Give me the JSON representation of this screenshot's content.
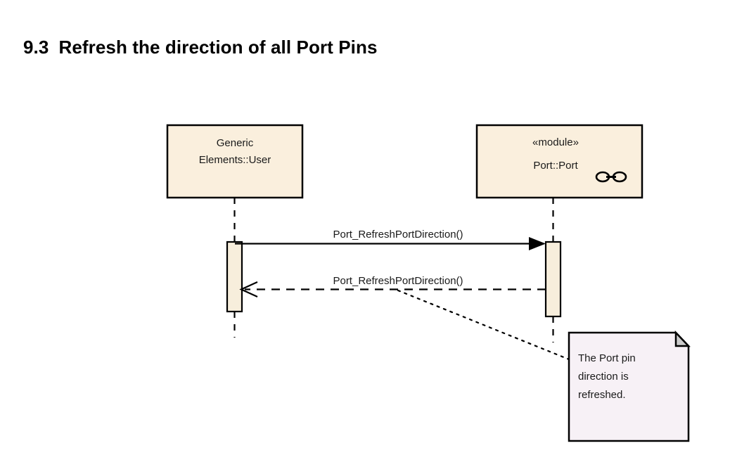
{
  "heading": {
    "section_number": "9.3",
    "text": "Refresh the direction of all Port Pins"
  },
  "colors": {
    "lifeline_box_fill": "#faefdd",
    "activation_fill": "#f7eedc",
    "note_fill": "#f7f1f6",
    "note_fold_fill": "#cccccc",
    "line": "#000000",
    "text": "#1a1a1a",
    "background": "#ffffff"
  },
  "diagram": {
    "type": "uml-sequence-diagram",
    "lifelines": [
      {
        "id": "user",
        "name_line1": "Generic",
        "name_line2": "Elements::User",
        "stereotype": "",
        "has_interface_icon": false
      },
      {
        "id": "port",
        "name_line1": "«module»",
        "name_line2": "Port::Port",
        "stereotype": "«module»",
        "has_interface_icon": true
      }
    ],
    "messages": [
      {
        "index": 1,
        "label": "Port_RefreshPortDirection()",
        "from": "user",
        "to": "port",
        "kind": "synchronous-call",
        "line_style": "solid",
        "arrowhead": "filled-triangle",
        "direction": "right"
      },
      {
        "index": 2,
        "label": "Port_RefreshPortDirection()",
        "from": "port",
        "to": "user",
        "kind": "return",
        "line_style": "dashed",
        "arrowhead": "open-v",
        "direction": "left"
      }
    ],
    "note": {
      "lines": [
        "The Port pin",
        "direction is",
        "refreshed."
      ],
      "anchor_to": "message-2",
      "connector_style": "dotted"
    }
  }
}
